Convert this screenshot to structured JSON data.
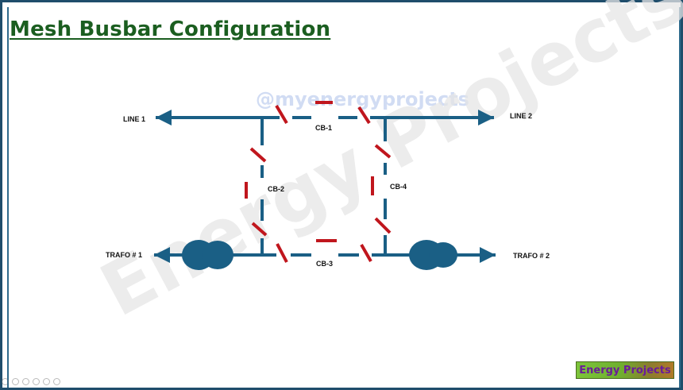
{
  "title": "Mesh Busbar Configuration",
  "watermark": {
    "handle": "@myenergyprojects",
    "big": "Energy Projects"
  },
  "logo": {
    "text": "Energy Projects"
  },
  "diagram": {
    "lines": [
      {
        "id": "line-1",
        "label": "LINE 1"
      },
      {
        "id": "line-2",
        "label": "LINE 2"
      }
    ],
    "transformers": [
      {
        "id": "trafo-1",
        "label": "TRAFO # 1"
      },
      {
        "id": "trafo-2",
        "label": "TRAFO # 2"
      }
    ],
    "breakers": [
      {
        "id": "cb-1",
        "label": "CB-1"
      },
      {
        "id": "cb-2",
        "label": "CB-2"
      },
      {
        "id": "cb-3",
        "label": "CB-3"
      },
      {
        "id": "cb-4",
        "label": "CB-4"
      }
    ]
  },
  "colors": {
    "bus": "#1a5f85",
    "breaker": "#c0161d",
    "title": "#1b5e20",
    "frame": "#1f4d6b"
  }
}
